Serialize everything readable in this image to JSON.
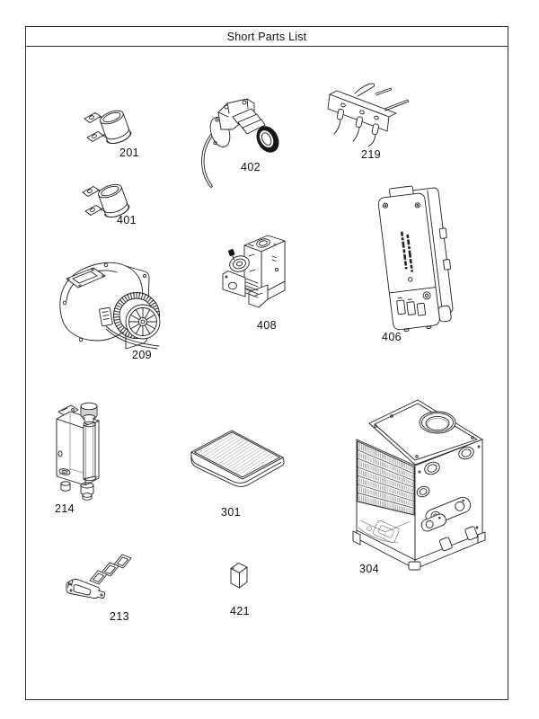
{
  "page": {
    "title": "Short Parts List"
  },
  "parts": [
    {
      "num": "201"
    },
    {
      "num": "401"
    },
    {
      "num": "402"
    },
    {
      "num": "219"
    },
    {
      "num": "209"
    },
    {
      "num": "408"
    },
    {
      "num": "406"
    },
    {
      "num": "214"
    },
    {
      "num": "301"
    },
    {
      "num": "304"
    },
    {
      "num": "213"
    },
    {
      "num": "421"
    }
  ]
}
